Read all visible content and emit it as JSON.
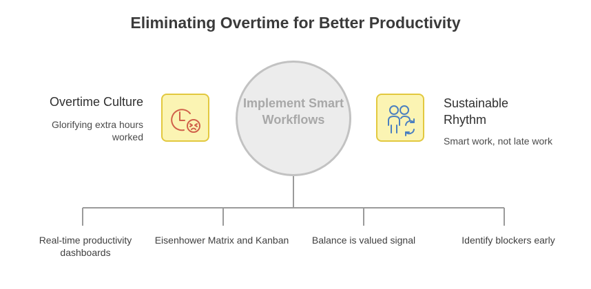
{
  "title": "Eliminating Overtime for Better Productivity",
  "center": {
    "label": "Implement Smart Workflows"
  },
  "left": {
    "heading": "Overtime Culture",
    "description": "Glorifying extra hours worked",
    "icon": "clock-tired-face-icon"
  },
  "right": {
    "heading": "Sustainable Rhythm",
    "description": "Smart work, not late work",
    "icon": "people-refresh-icon"
  },
  "branches": [
    {
      "label": "Real-time productivity dashboards"
    },
    {
      "label": "Eisenhower Matrix and Kanban"
    },
    {
      "label": "Balance is valued signal"
    },
    {
      "label": "Identify blockers early"
    }
  ],
  "colors": {
    "icon_fill": "#fbf4b3",
    "icon_border": "#e2c83e",
    "left_icon_stroke": "#d0604a",
    "right_icon_stroke": "#4a7fc0",
    "circle_fill": "#ececec",
    "circle_border": "#c2c2c2",
    "connector": "#9a9a9a"
  }
}
